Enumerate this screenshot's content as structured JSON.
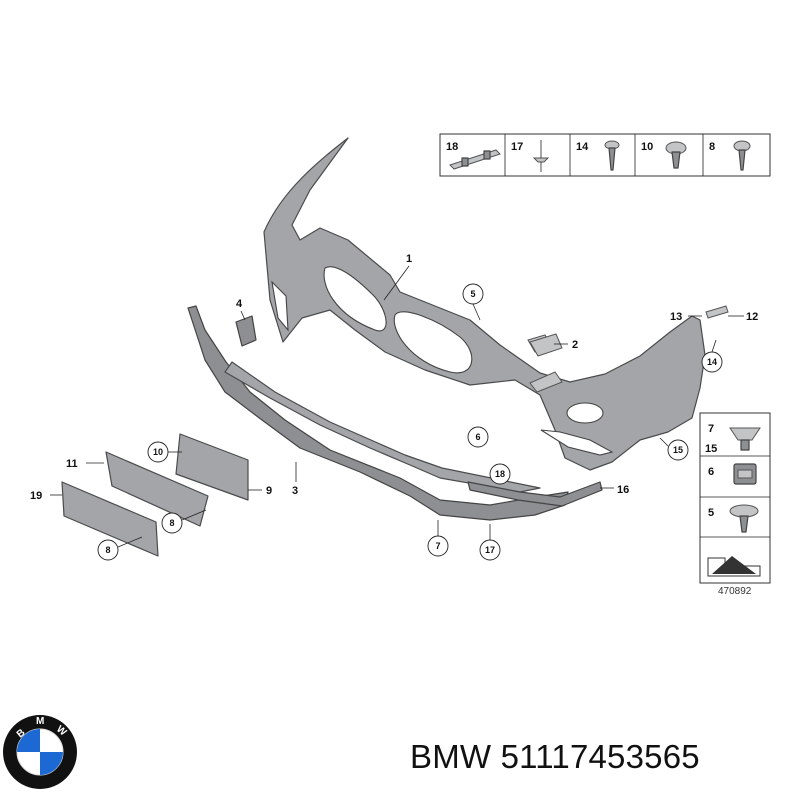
{
  "brand": "BMW",
  "part_number": "51117453565",
  "diagram_ref": "470892",
  "logo_letters": [
    "B",
    "M",
    "W"
  ],
  "colors": {
    "part": "#a3a5a8",
    "outline": "#4a4b4d",
    "logo_blue": "#1c69d4",
    "logo_ring": "#111111"
  },
  "callouts": {
    "c1": "1",
    "c2": "2",
    "c3": "3",
    "c4": "4",
    "c5": "5",
    "c6": "6",
    "c7": "7",
    "c8a": "8",
    "c8b": "8",
    "c9": "9",
    "c10": "10",
    "c11": "11",
    "c12": "12",
    "c13": "13",
    "c14": "14",
    "c15": "15",
    "c16": "16",
    "c17": "17",
    "c18": "18",
    "c19": "19"
  },
  "fastener_table_top": [
    "18",
    "17",
    "14",
    "10",
    "8"
  ],
  "fastener_table_side": [
    "7",
    "15",
    "6",
    "5"
  ]
}
